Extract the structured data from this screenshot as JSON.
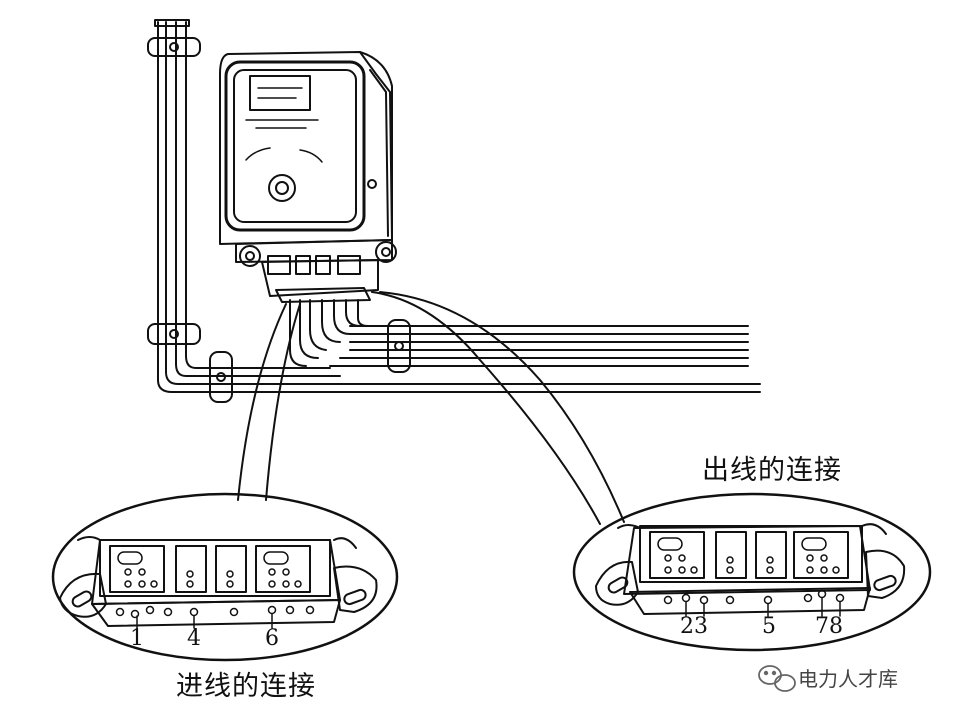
{
  "captions": {
    "incoming": "进线的连接",
    "outgoing": "出线的连接"
  },
  "incoming_terminal_numbers": [
    "1",
    "4",
    "6"
  ],
  "outgoing_terminal_numbers": [
    "23",
    "5",
    "78"
  ],
  "watermark": {
    "text": "电力人才库",
    "icon": "wechat-icon"
  },
  "colors": {
    "line": "#111111",
    "background": "#ffffff"
  }
}
